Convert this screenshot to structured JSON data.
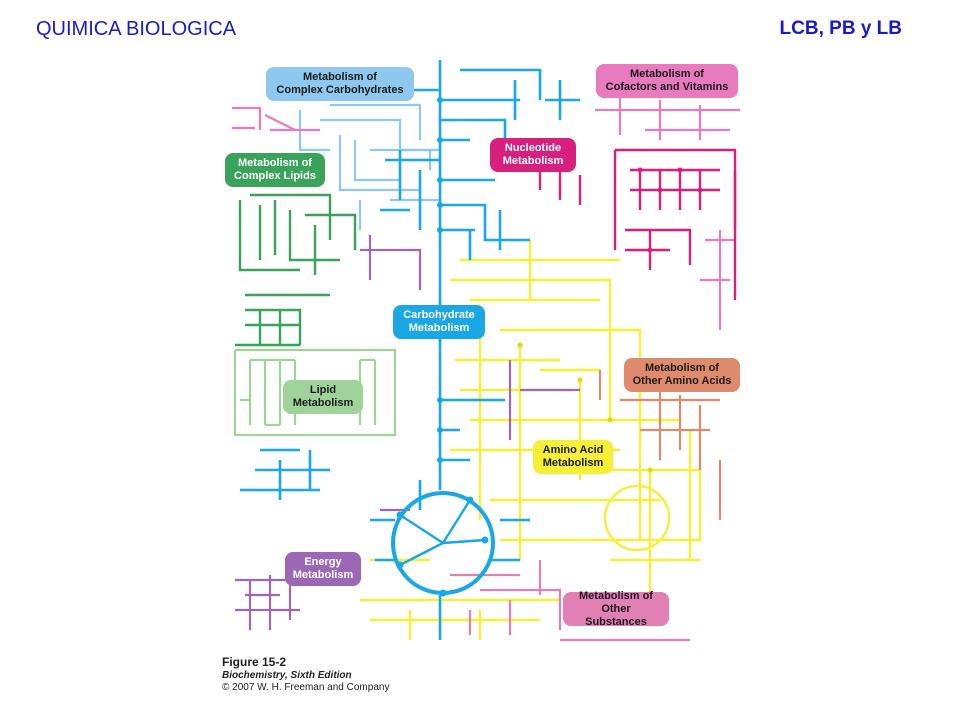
{
  "header": {
    "title": "QUIMICA BIOLOGICA",
    "right_text": "LCB, PB y LB"
  },
  "figure": {
    "labels": {
      "complex_carbs": "Metabolism of\nComplex Carbohydrates",
      "cofactors": "Metabolism of\nCofactors and Vitamins",
      "nucleotide": "Nucleotide\nMetabolism",
      "complex_lipids": "Metabolism of\nComplex Lipids",
      "carbohydrate": "Carbohydrate\nMetabolism",
      "lipid": "Lipid\nMetabolism",
      "other_amino": "Metabolism of\nOther Amino Acids",
      "amino_acid": "Amino Acid\nMetabolism",
      "energy": "Energy\nMetabolism",
      "other_substances": "Metabolism of\nOther Substances"
    },
    "caption": {
      "figure_number": "Figure 15-2",
      "book": "Biochemistry, Sixth Edition",
      "copyright": "© 2007 W. H. Freeman and Company"
    }
  },
  "colors": {
    "header_text": "#1a1acc",
    "carbohydrate": "#1aa7e6",
    "complex_carbs": "#8fc8ef",
    "nucleotide": "#d61f7f",
    "cofactors": "#e87bbd",
    "complex_lipids": "#3aa35a",
    "lipid": "#9fd39a",
    "amino_acid": "#f5ef38",
    "other_amino": "#e08a6d",
    "energy": "#9c67b4",
    "other_substances": "#e27fb5"
  }
}
